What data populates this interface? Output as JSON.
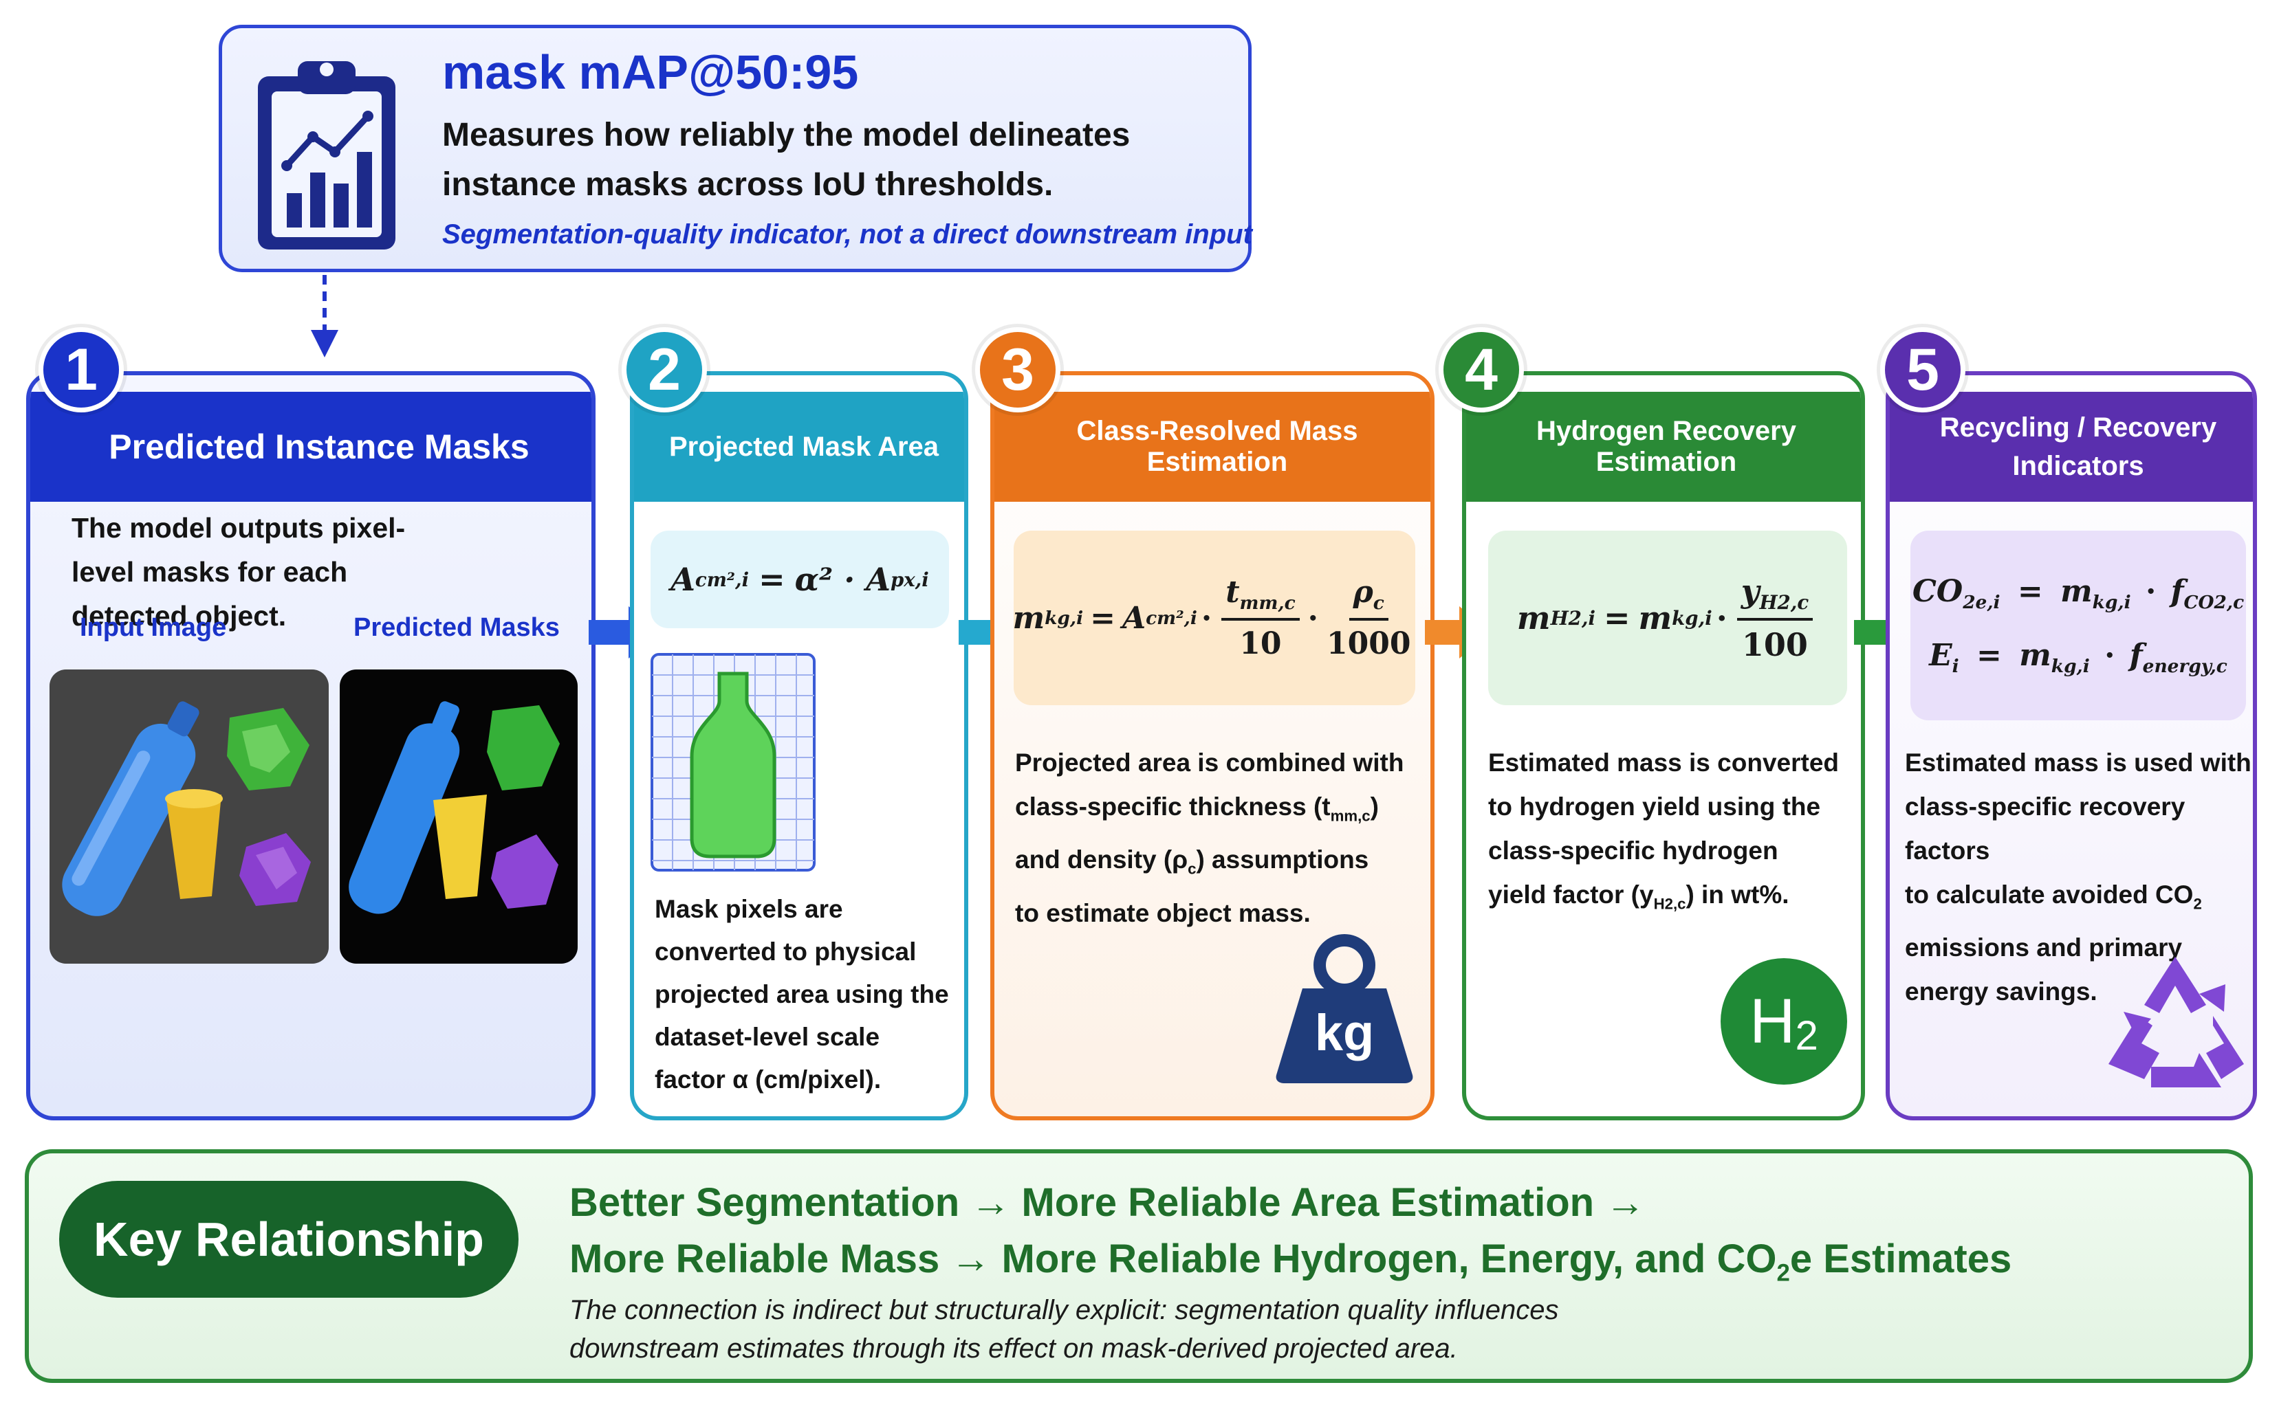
{
  "metric": {
    "title": "mask mAP@50:95",
    "description": "Measures how reliably the model delineates instance masks across IoU thresholds.",
    "note": "Segmentation-quality indicator, not a direct downstream input",
    "icon": "clipboard-chart-icon"
  },
  "steps": [
    {
      "number": "1",
      "title": "Predicted Instance Masks",
      "text": "The model outputs pixel-level masks for each detected object.",
      "input_label": "Input Image",
      "mask_label": "Predicted Masks",
      "color": "#1a33c9"
    },
    {
      "number": "2",
      "title": "Projected Mask Area",
      "formula_lhs": "A",
      "formula_lhs_sub": "cm²,i",
      "formula_rhs": "α² · A",
      "formula_rhs_sub": "px,i",
      "text": "Mask pixels are converted to physical projected area using the dataset-level scale factor α (cm/pixel).",
      "icon": "bottle-grid-icon",
      "color": "#1fa3c4"
    },
    {
      "number": "3",
      "title": "Class-Resolved Mass Estimation",
      "formula": {
        "lhs": "m",
        "lhs_sub": "kg,i",
        "term": "A",
        "term_sub": "cm²,i",
        "frac1_num": "t",
        "frac1_num_sub": "mm,c",
        "frac1_den": "10",
        "frac2_num": "ρ",
        "frac2_num_sub": "c",
        "frac2_den": "1000"
      },
      "text_lines": [
        "Projected area is combined with",
        "class-specific thickness (t",
        "and density (ρ",
        "to estimate object mass."
      ],
      "thickness_sub": "mm,c",
      "thickness_close": ")",
      "density_sub": "c",
      "density_close": ") assumptions",
      "icon_label": "kg",
      "color": "#e8731a"
    },
    {
      "number": "4",
      "title": "Hydrogen Recovery Estimation",
      "formula": {
        "lhs": "m",
        "lhs_sub": "H2,i",
        "term": "m",
        "term_sub": "kg,i",
        "frac_num": "y",
        "frac_num_sub": "H2,c",
        "frac_den": "100"
      },
      "text_lines": [
        "Estimated mass is converted",
        "to hydrogen yield using the",
        "class-specific hydrogen",
        "yield factor (y"
      ],
      "yield_sub": "H2,c",
      "yield_close": ") in wt%.",
      "icon_label": "H",
      "icon_sub": "2",
      "color": "#2a8a36"
    },
    {
      "number": "5",
      "title": "Recycling / Recovery Indicators",
      "formula_line1": "CO",
      "formula_line1_sub": "2e,i",
      "formula_line1_rhs": "m",
      "formula_line1_rhs_sub": "kg,i",
      "formula_line1_f": "f",
      "formula_line1_f_sub": "CO2,c",
      "formula_line2": "E",
      "formula_line2_sub": "i",
      "formula_line2_rhs": "m",
      "formula_line2_rhs_sub": "kg,i",
      "formula_line2_f": "f",
      "formula_line2_f_sub": "energy,c",
      "text_lines": [
        "Estimated mass is used with",
        "class-specific recovery factors",
        "to calculate avoided CO",
        "emissions and primary",
        "energy savings."
      ],
      "co2_sub": "2",
      "icon": "recycle-icon",
      "color": "#5a2fae"
    }
  ],
  "key": {
    "label": "Key Relationship",
    "row1": "Better Segmentation  →  More Reliable Area Estimation  →",
    "row2_a": "More Reliable Mass  →  More Reliable Hydrogen, Energy, and CO",
    "row2_sub": "2",
    "row2_b": "e Estimates",
    "foot1": "The connection is indirect but structurally explicit: segmentation quality influences",
    "foot2": "downstream estimates through its effect on mask-derived projected area."
  }
}
